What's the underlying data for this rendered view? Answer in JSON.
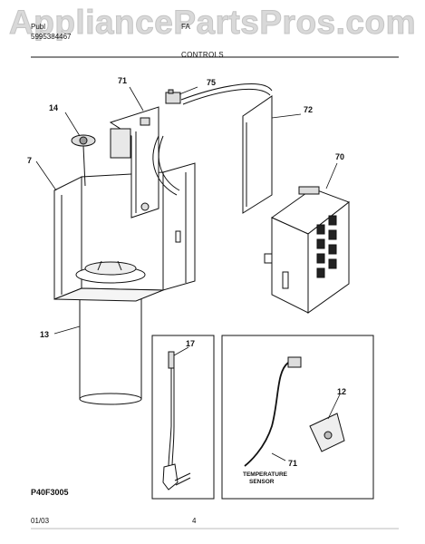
{
  "watermark": "AppliancePartsPros.com",
  "header": {
    "pub_label": "Publ",
    "pub_number": "5995384467",
    "model_label": "FA",
    "section_title": "CONTROLS"
  },
  "callouts": {
    "c7": "7",
    "c12": "12",
    "c13": "13",
    "c14": "14",
    "c17": "17",
    "c70": "70",
    "c71": "71",
    "c71b": "71",
    "c72": "72",
    "c75": "75"
  },
  "labels": {
    "temperature": "TEMPERATURE",
    "sensor": "SENSOR"
  },
  "footer": {
    "diagram_code": "P40F3005",
    "date": "01/03",
    "page": "4"
  }
}
